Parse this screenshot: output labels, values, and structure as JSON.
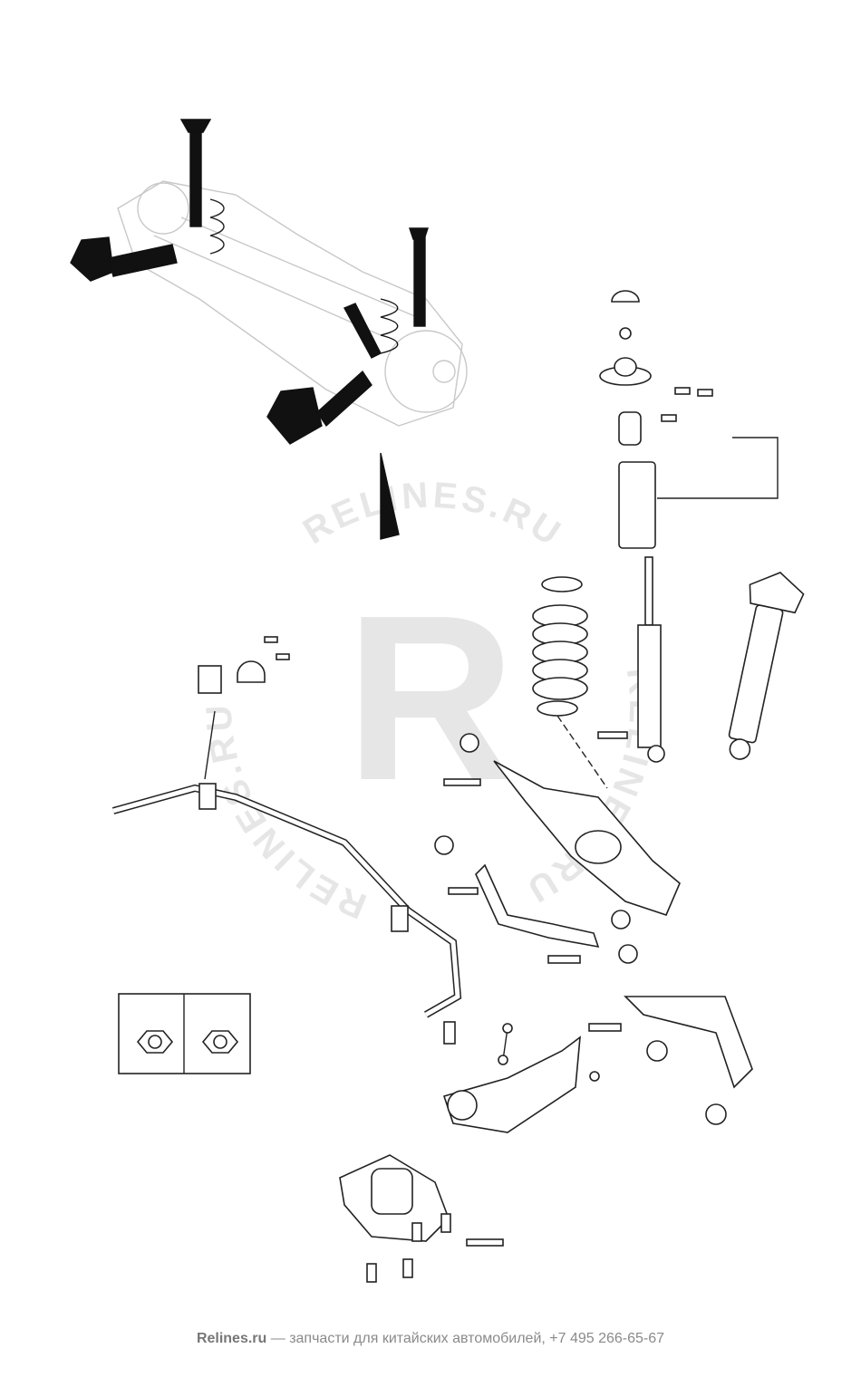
{
  "watermark": {
    "ring_text": "RELINES.RU",
    "center_letter": "R"
  },
  "footer": {
    "brand": "Relines.ru",
    "text": " — запчасти для китайских автомобилей, +7 495 266-65-67"
  }
}
